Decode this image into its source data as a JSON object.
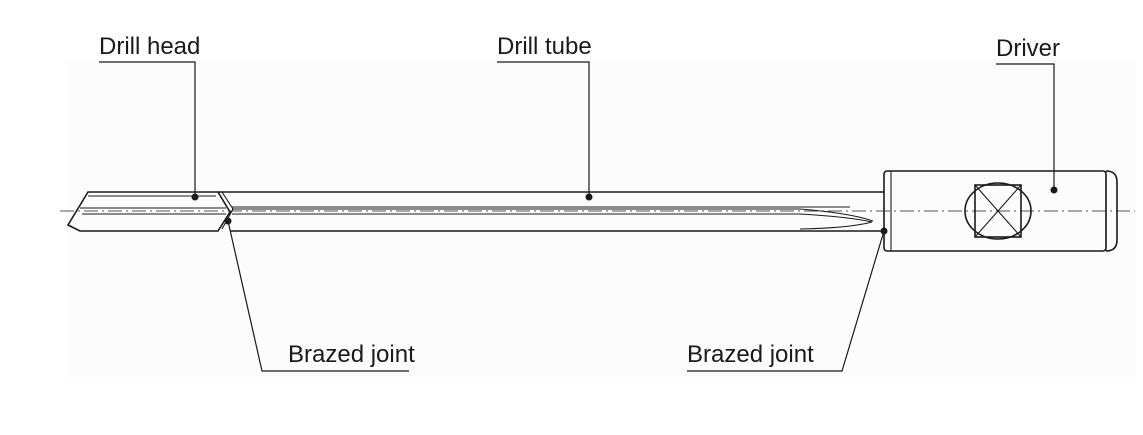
{
  "diagram": {
    "labels": {
      "drill_head": "Drill head",
      "drill_tube": "Drill tube",
      "driver": "Driver",
      "brazed_joint_left": "Brazed joint",
      "brazed_joint_right": "Brazed joint"
    },
    "colors": {
      "background": "#fcfcfc",
      "outline": "#1a1a1a"
    }
  }
}
